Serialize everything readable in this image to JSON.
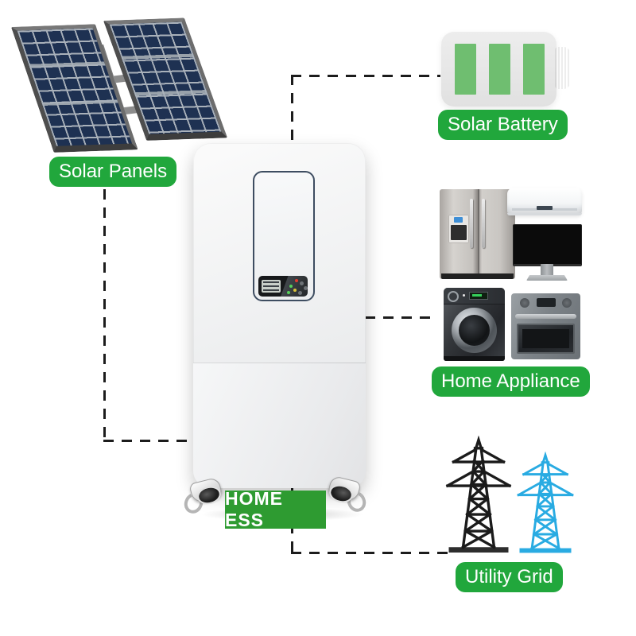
{
  "nodes": {
    "solar_panels": {
      "label": "Solar Panels",
      "icon": "solar-panels-icon"
    },
    "solar_battery": {
      "label": "Solar Battery",
      "icon": "battery-icon"
    },
    "home_appliance": {
      "label": "Home Appliance",
      "icon": "home-appliances-icon"
    },
    "utility_grid": {
      "label": "Utility Grid",
      "icon": "transmission-towers-icon"
    },
    "home_ess": {
      "label": "HOME ESS",
      "icon": "ess-unit-icon"
    }
  },
  "connections": [
    {
      "from": "solar_panels",
      "to": "home_ess",
      "style": "dashed"
    },
    {
      "from": "home_ess",
      "to": "solar_battery",
      "style": "dashed"
    },
    {
      "from": "home_ess",
      "to": "home_appliance",
      "style": "dashed"
    },
    {
      "from": "home_ess",
      "to": "utility_grid",
      "style": "dashed"
    }
  ],
  "colors": {
    "label_green": "#21a73c",
    "ess_badge_green": "#2e9b31",
    "battery_level_green": "#6fbe70",
    "tower_black": "#1b1b1b",
    "tower_blue": "#29abe2",
    "solar_cell_navy": "#1e3152",
    "connector_black": "#1c1c1c"
  }
}
